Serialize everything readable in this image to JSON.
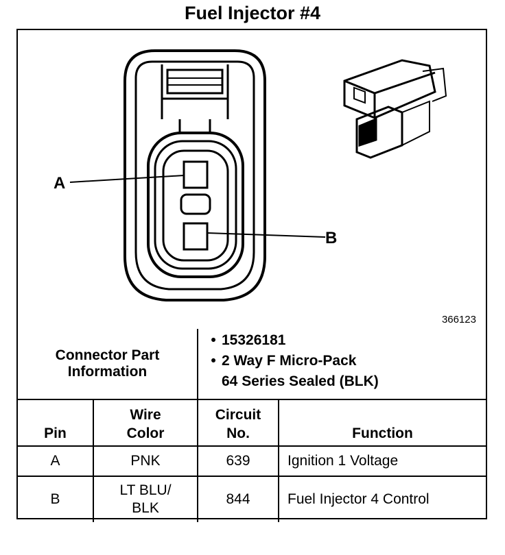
{
  "title": "Fuel Injector #4",
  "diagram": {
    "pin_a_label": "A",
    "pin_b_label": "B",
    "reference_number": "366123"
  },
  "connector_info": {
    "label_line1": "Connector Part",
    "label_line2": "Information",
    "items": [
      "15326181",
      "2 Way F Micro-Pack",
      "64 Series Sealed (BLK)"
    ]
  },
  "pin_table": {
    "headers": {
      "pin": "Pin",
      "wire_color_line1": "Wire",
      "wire_color_line2": "Color",
      "circuit_line1": "Circuit",
      "circuit_line2": "No.",
      "function": "Function"
    },
    "rows": [
      {
        "pin": "A",
        "wire_color_line1": "PNK",
        "wire_color_line2": "",
        "circuit": "639",
        "function": "Ignition 1 Voltage"
      },
      {
        "pin": "B",
        "wire_color_line1": "LT BLU/",
        "wire_color_line2": "BLK",
        "circuit": "844",
        "function": "Fuel Injector 4 Control"
      }
    ]
  }
}
